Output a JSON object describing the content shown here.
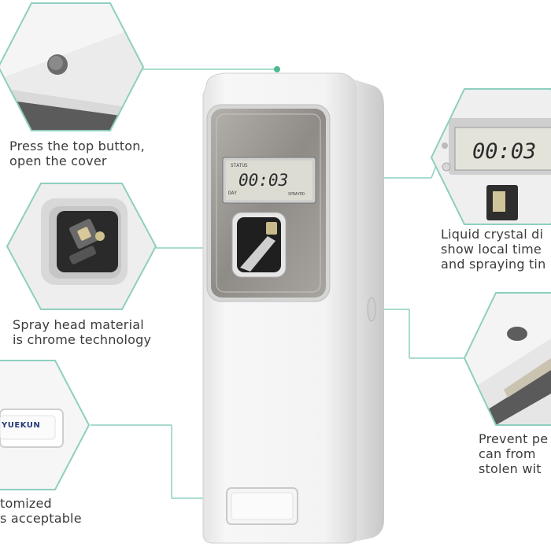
{
  "product": {
    "name": "automatic aerosol air freshener dispenser",
    "lcd_time": "00:03",
    "lcd_small_top": "STATUS",
    "lcd_small_left": "DAY",
    "lcd_small_right": "SPRAYED",
    "brand_label": "YUEKUN",
    "colors": {
      "body": "#f2f2f2",
      "panel": "#9c9a97",
      "lcd": "#dcdcd2",
      "connector": "#8ecfc0"
    }
  },
  "callouts": {
    "top_button": {
      "caption": "Press the top button,\nopen the cover"
    },
    "spray_head": {
      "caption": "Spray head material\nis chrome technology"
    },
    "logo": {
      "caption": "tomized\ns acceptable"
    },
    "lcd": {
      "caption": "Liquid crystal di\nshow local time\nand spraying tin",
      "lcd_time": "00:03"
    },
    "lock": {
      "caption": "Prevent pe\ncan from\nstolen wit"
    }
  }
}
